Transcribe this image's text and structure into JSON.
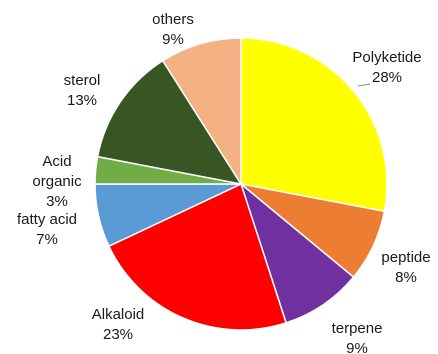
{
  "chart_data": {
    "type": "pie",
    "title": "",
    "slices": [
      {
        "label": "Polyketide",
        "value": 28,
        "display": "28%",
        "color": "#ffff00"
      },
      {
        "label": "peptide",
        "value": 8,
        "display": "8%",
        "color": "#ed7d31"
      },
      {
        "label": "terpene",
        "value": 9,
        "display": "9%",
        "color": "#7030a0"
      },
      {
        "label": "Alkaloid",
        "value": 23,
        "display": "23%",
        "color": "#ff0000"
      },
      {
        "label": "fatty acid",
        "value": 7,
        "display": "7%",
        "color": "#5b9bd5"
      },
      {
        "label": "Acid organic",
        "value": 3,
        "display": "3%",
        "color": "#70ad47"
      },
      {
        "label": "sterol",
        "value": 13,
        "display": "13%",
        "color": "#375623"
      },
      {
        "label": "others",
        "value": 9,
        "display": "9%",
        "color": "#f4b183"
      }
    ],
    "start_angle_deg": 0,
    "direction": "clockwise",
    "legend": "none",
    "data_labels": "outside"
  }
}
